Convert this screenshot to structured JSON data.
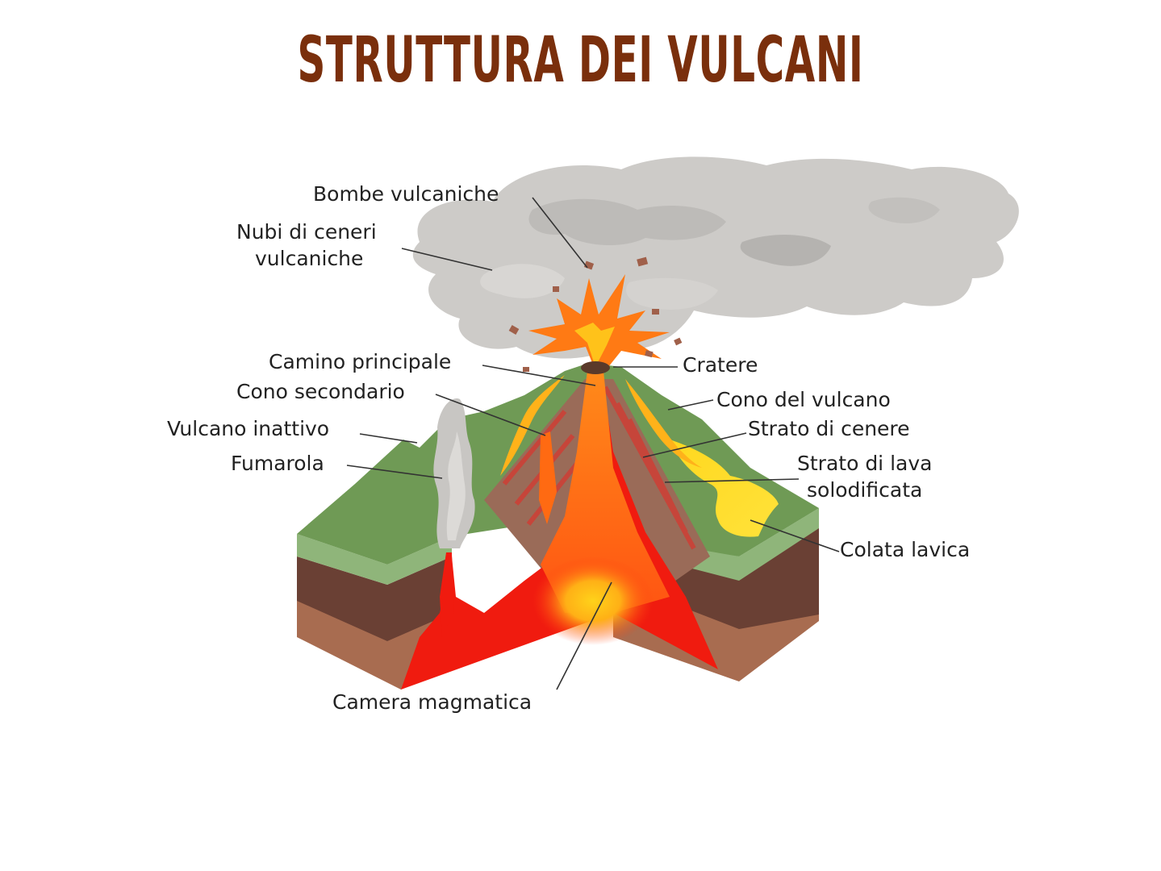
{
  "title": "STRUTTURA DEI VULCANI",
  "colors": {
    "title": "#7a2f0c",
    "grass": "#6f9a55",
    "grass_edge": "#8fb57a",
    "soil_dark": "#6a4034",
    "soil_mid": "#8b5a45",
    "soil_light": "#a76a4f",
    "magma_red": "#f01b0f",
    "magma_orange": "#ff6a12",
    "magma_yellow": "#ffd21a",
    "ash_cloud": "#c9c7c4"
  },
  "labels": {
    "bombe": "Bombe vulcaniche",
    "nubi_1": "Nubi di ceneri",
    "nubi_2": "vulcaniche",
    "camino": "Camino principale",
    "cono_secondario": "Cono secondario",
    "vulcano_inattivo": "Vulcano inattivo",
    "fumarola": "Fumarola",
    "cratere": "Cratere",
    "cono_vulcano": "Cono del vulcano",
    "strato_cenere": "Strato di cenere",
    "strato_lava_1": "Strato di lava",
    "strato_lava_2": "solodificata",
    "colata": "Colata lavica",
    "camera": "Camera magmatica"
  }
}
